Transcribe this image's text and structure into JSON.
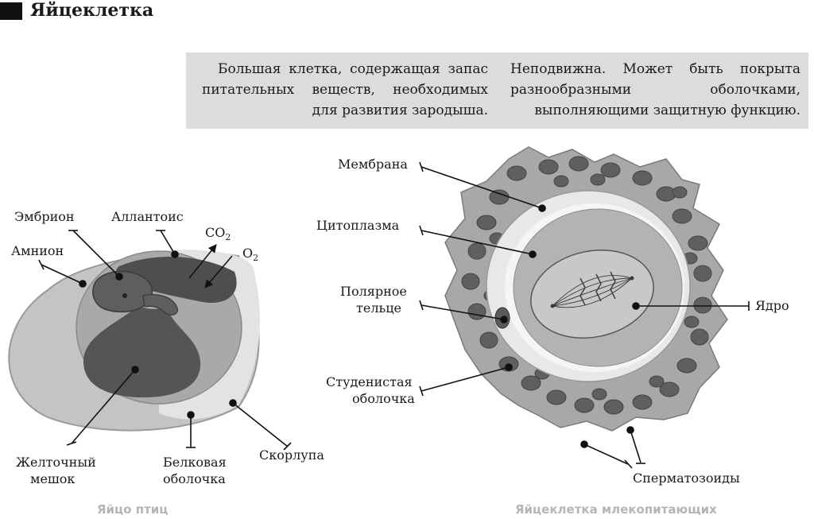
{
  "header": {
    "title": "Яйцеклетка"
  },
  "info": {
    "left_text": "Большая клетка, содержащая запас питательных веществ, необходимых для развития зародыша.",
    "right_text": "Неподвижна. Может быть покрыта разнообразными оболочками, выполняющими защитную функцию."
  },
  "bird_egg": {
    "caption": "Яйцо птиц",
    "labels": {
      "embryo": "Эмбрион",
      "amnion": "Амнион",
      "allantois": "Аллантоис",
      "co2_main": "CO",
      "co2_sub": "2",
      "o2_main": "O",
      "o2_sub": "2",
      "yolk_line1": "Желточный",
      "yolk_line2": "мешок",
      "albumen_line1": "Белковая",
      "albumen_line2": "оболочка",
      "shell": "Скорлупа"
    }
  },
  "mammal_egg": {
    "caption": "Яйцеклетка млекопитающих",
    "labels": {
      "membrane": "Мембрана",
      "cytoplasm": "Цитоплазма",
      "polar_line1": "Полярное",
      "polar_line2": "тельце",
      "zona_line1": "Студенистая",
      "zona_line2": "оболочка",
      "nucleus": "Ядро",
      "sperm": "Сперматозоиды"
    }
  }
}
